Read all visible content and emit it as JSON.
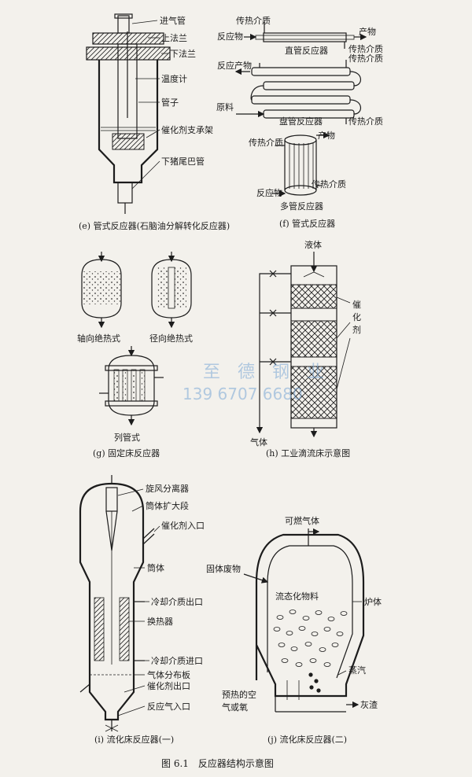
{
  "figure_title": "图 6.1　反应器结构示意图",
  "panel_e": {
    "caption": "(e) 管式反应器(石脑油分解转化反应器)",
    "labels": [
      "进气管",
      "上法兰",
      "下法兰",
      "温度计",
      "管子",
      "催化剂支承架",
      "下猪尾巴管"
    ]
  },
  "panel_f": {
    "caption": "(f) 管式反应器",
    "straight": {
      "name": "直管反应器",
      "inlet": "反应物",
      "product": "产物",
      "heat_top": "传热介质",
      "heat_bottom": "传热介质"
    },
    "coil": {
      "name": "盘管反应器",
      "in_product": "反应产物",
      "heat_top": "传热介质",
      "raw": "原料",
      "heat_bottom": "传热介质"
    },
    "multi": {
      "name": "多管反应器",
      "heat_top": "传热介质",
      "product": "产物",
      "reactant": "反应物",
      "heat_bottom": "传热介质"
    }
  },
  "panel_g": {
    "caption": "(g) 固定床反应器",
    "axial": "轴向绝热式",
    "radial": "径向绝热式",
    "tube": "列管式"
  },
  "panel_h": {
    "caption": "(h) 工业滴流床示意图",
    "liquid": "液体",
    "gas": "气体",
    "catalyst": [
      "催",
      "化",
      "剂"
    ]
  },
  "panel_i": {
    "caption": "(i) 流化床反应器(一)",
    "labels": [
      "旋风分离器",
      "筒体扩大段",
      "催化剂入口",
      "筒体",
      "冷却介质出口",
      "换热器",
      "冷却介质进口",
      "气体分布板",
      "催化剂出口",
      "反应气入口"
    ]
  },
  "panel_j": {
    "caption": "(j) 流化床反应器(二)",
    "labels": [
      "可燃气体",
      "固体废物",
      "流态化物料",
      "炉体",
      "蒸汽",
      "预热的空",
      "气或氧",
      "灰渣"
    ]
  },
  "watermark": {
    "line1": "至　德　钢　业",
    "line2": "139 6707 6680"
  }
}
